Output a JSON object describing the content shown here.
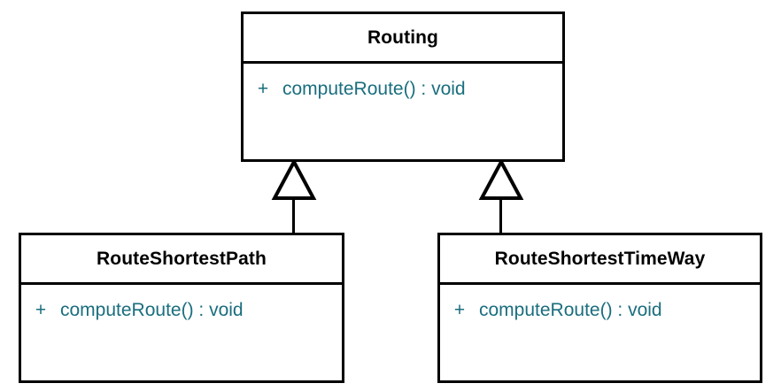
{
  "diagram": {
    "type": "uml-class-diagram",
    "title": "",
    "background_color": "#ffffff",
    "border_color": "#000000",
    "name_color": "#000000",
    "member_color": "#1a6e7e",
    "classes": [
      {
        "id": "routing",
        "name": "Routing",
        "role": "superclass",
        "members": [
          {
            "visibility": "+",
            "signature": "computeRoute() : void"
          }
        ]
      },
      {
        "id": "routeshortestpath",
        "name": "RouteShortestPath",
        "role": "subclass",
        "members": [
          {
            "visibility": "+",
            "signature": "computeRoute() : void"
          }
        ]
      },
      {
        "id": "routeshortesttimeway",
        "name": "RouteShortestTimeWay",
        "role": "subclass",
        "members": [
          {
            "visibility": "+",
            "signature": "computeRoute() : void"
          }
        ]
      }
    ],
    "relationships": [
      {
        "id": "gen-left",
        "kind": "generalization",
        "from": "RouteShortestPath",
        "to": "Routing",
        "arrowhead": "hollow-triangle"
      },
      {
        "id": "gen-right",
        "kind": "generalization",
        "from": "RouteShortestTimeWay",
        "to": "Routing",
        "arrowhead": "hollow-triangle"
      }
    ]
  }
}
